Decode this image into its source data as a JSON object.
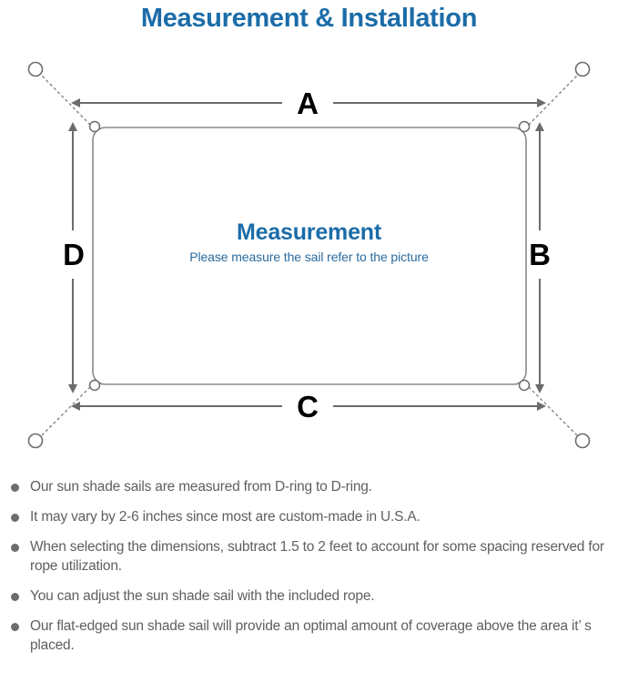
{
  "page": {
    "title": "Measurement & Installation",
    "title_color": "#1b6ca8"
  },
  "diagram": {
    "center_title": "Measurement",
    "center_subtitle": "Please measure the sail refer to the picture",
    "dimension_labels": {
      "top": "A",
      "right": "B",
      "bottom": "C",
      "left": "D"
    },
    "line_color": "#6b6b6b",
    "sail_border_color": "#8a8a8a",
    "anchor_count": 4,
    "dring_count": 4
  },
  "notes": [
    "Our sun shade sails are measured from D-ring to D-ring.",
    "It may vary by 2-6 inches since most are custom-made in U.S.A.",
    "When selecting the dimensions, subtract 1.5 to 2 feet to account for some spacing reserved for rope utilization.",
    "You can adjust the sun shade sail with the included rope.",
    "Our flat-edged sun shade sail will provide an optimal amount of coverage above the area it’ s placed."
  ]
}
